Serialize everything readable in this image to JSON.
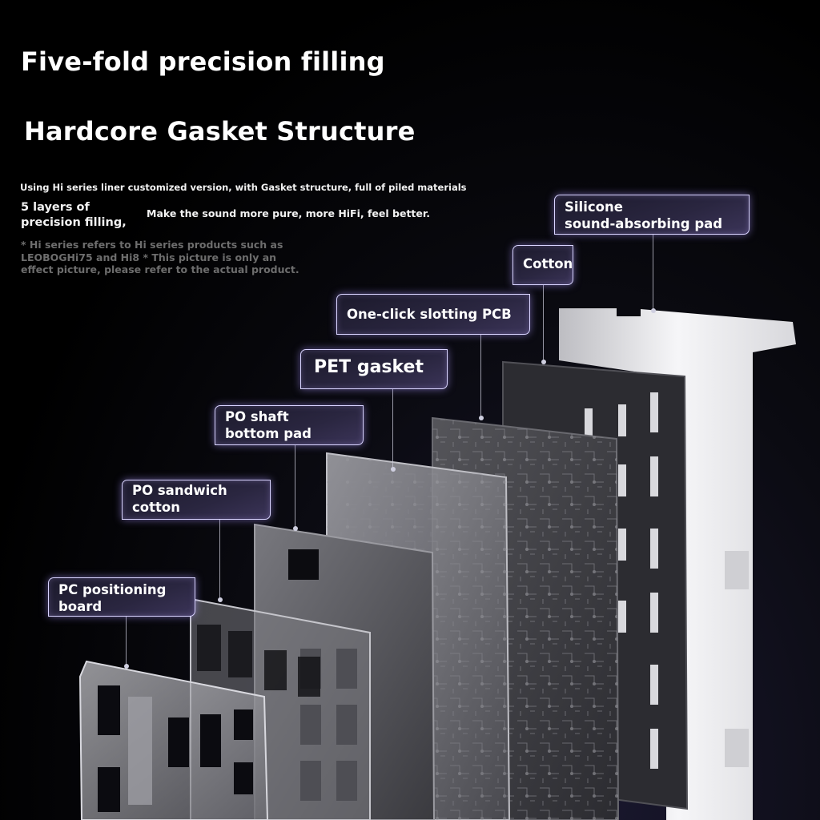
{
  "headline": "Five-fold precision filling",
  "subheadline": "Hardcore Gasket Structure",
  "intro_line": "Using Hi series liner customized version, with Gasket structure, full of piled materials",
  "layers_line1": "5 layers of",
  "layers_line2": "precision filling,",
  "benefit": "Make the sound more pure, more HiFi, feel better.",
  "disclaimer": "* Hi series refers to Hi series products such as LEOBOGHi75 and Hi8 * This picture is only an effect picture, please refer to the actual product.",
  "labels": {
    "silicone_line1": "Silicone",
    "silicone_line2": "sound-absorbing pad",
    "cotton": "Cotton",
    "pcb": "One-click slotting PCB",
    "pet": "PET gasket",
    "po_shaft_line1": "PO shaft",
    "po_shaft_line2": "bottom pad",
    "po_sandwich_line1": "PO sandwich",
    "po_sandwich_line2": "cotton",
    "pc_board_line1": "PC positioning",
    "pc_board_line2": "board"
  },
  "colors": {
    "label_border": "#d9d4ff",
    "label_glow": "#aa96ff",
    "silicone_pad": "#f4f4f6",
    "cotton_layer": "#2e2e33",
    "pcb_layer": "#3a3a3e",
    "plate_layer": "#9a9aa0"
  }
}
